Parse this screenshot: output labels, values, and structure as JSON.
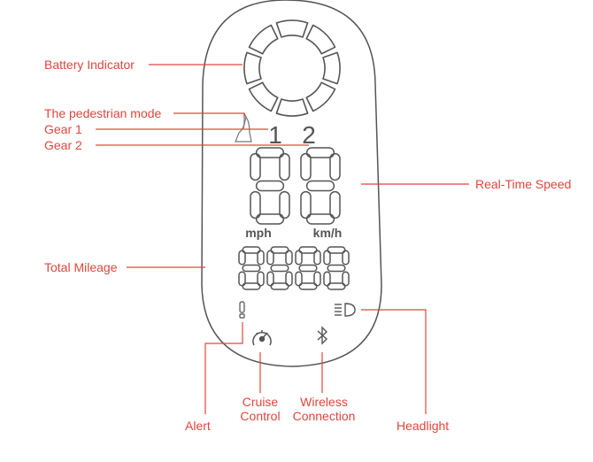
{
  "colors": {
    "annotation": "#e0463c",
    "outline": "#555555"
  },
  "labels": {
    "battery": "Battery Indicator",
    "pedestrian": "The pedestrian mode",
    "gear1": "Gear 1",
    "gear2": "Gear 2",
    "speed": "Real-Time Speed",
    "mileage": "Total Mileage",
    "alert": "Alert",
    "cruise_line1": "Cruise",
    "cruise_line2": "Control",
    "wireless_line1": "Wireless",
    "wireless_line2": "Connection",
    "headlight": "Headlight"
  },
  "display": {
    "gear1_digit": "1",
    "gear2_digit": "2",
    "unit_mph": "mph",
    "unit_kmh": "km/h",
    "speed_digits": 2,
    "mileage_digits": 4,
    "battery_segments": 8
  },
  "icons": {
    "pedestrian": "pedestrian-icon",
    "alert": "alert-icon",
    "cruise": "speedometer-icon",
    "wireless": "bluetooth-icon",
    "headlight": "headlight-icon"
  }
}
